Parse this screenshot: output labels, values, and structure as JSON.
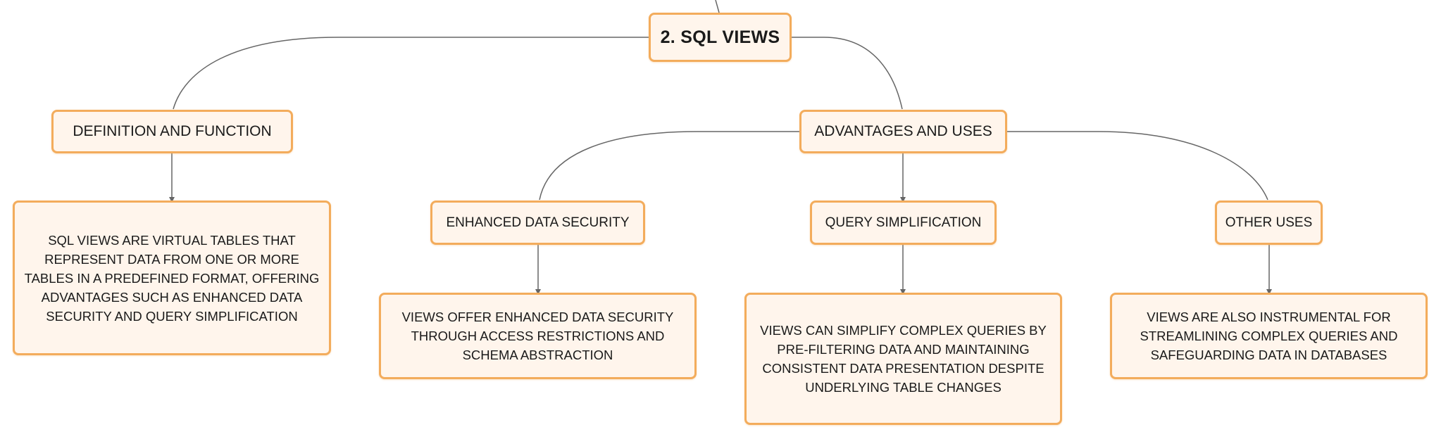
{
  "diagram": {
    "root": {
      "label": "2. SQL VIEWS"
    },
    "definition": {
      "label": "DEFINITION AND FUNCTION",
      "detail": "SQL VIEWS ARE VIRTUAL TABLES THAT REPRESENT DATA FROM ONE OR MORE TABLES IN A PREDEFINED FORMAT, OFFERING ADVANTAGES SUCH AS ENHANCED DATA SECURITY AND QUERY SIMPLIFICATION"
    },
    "advantages": {
      "label": "ADVANTAGES AND USES",
      "security": {
        "label": "ENHANCED DATA SECURITY",
        "detail": "VIEWS OFFER ENHANCED DATA SECURITY THROUGH ACCESS RESTRICTIONS AND SCHEMA ABSTRACTION"
      },
      "simplification": {
        "label": "QUERY SIMPLIFICATION",
        "detail": "VIEWS CAN SIMPLIFY COMPLEX QUERIES BY PRE-FILTERING DATA AND MAINTAINING CONSISTENT DATA PRESENTATION DESPITE UNDERLYING TABLE CHANGES"
      },
      "other": {
        "label": "OTHER USES",
        "detail": "VIEWS ARE ALSO INSTRUMENTAL FOR STREAMLINING COMPLEX QUERIES AND SAFEGUARDING DATA IN DATABASES"
      }
    },
    "colors": {
      "border": "#f3ac5c",
      "fill": "#fff5ec",
      "connector": "#666666"
    }
  }
}
